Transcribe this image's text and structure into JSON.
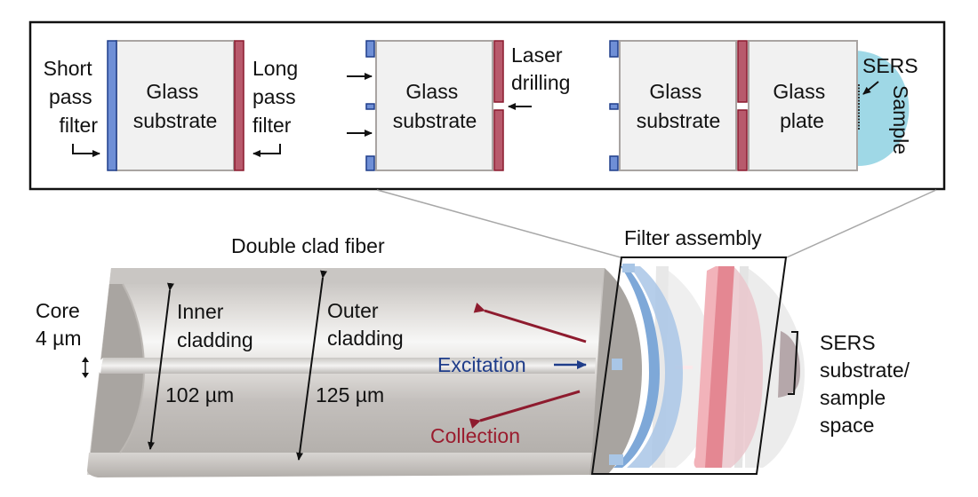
{
  "inset": {
    "panel1": {
      "left_label": [
        "Short",
        "pass",
        "filter"
      ],
      "center_label": [
        "Glass",
        "substrate"
      ],
      "right_label": [
        "Long",
        "pass",
        "filter"
      ]
    },
    "panel2": {
      "center_label": [
        "Glass",
        "substrate"
      ],
      "right_label": [
        "Laser",
        "drilling"
      ]
    },
    "panel3": {
      "substrate_label": [
        "Glass",
        "substrate"
      ],
      "plate_label": [
        "Glass",
        "plate"
      ],
      "sers_label": "SERS",
      "sample_label": "Sample"
    }
  },
  "fiber": {
    "title": "Double clad fiber",
    "core_label": [
      "Core",
      "4 µm"
    ],
    "inner_label": [
      "Inner",
      "cladding"
    ],
    "inner_dim": "102 µm",
    "outer_label": [
      "Outer",
      "cladding"
    ],
    "outer_dim": "125 µm",
    "excitation": "Excitation",
    "collection": "Collection"
  },
  "assembly": {
    "title": "Filter assembly",
    "sers_space_label": [
      "SERS",
      "substrate/",
      "sample",
      "space"
    ]
  },
  "colors": {
    "short_pass": "#6f8fd6",
    "short_pass_edge": "#1f3d8a",
    "long_pass": "#b85a6c",
    "long_pass_edge": "#8a1a2e",
    "glass": "#f1f1f1",
    "glass_edge": "#a9a4a2",
    "sample": "#9fd8e6",
    "excitation": "#1f3d8a",
    "collection": "#8e1b2e"
  }
}
